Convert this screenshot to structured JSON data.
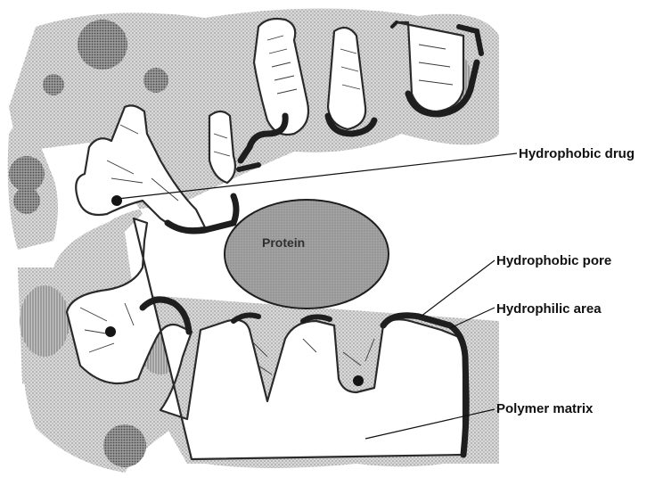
{
  "labels": {
    "protein": "Protein",
    "hydrophobic_drug": "Hydrophobic drug",
    "hydrophobic_pore": "Hydrophobic pore",
    "hydrophilic_area": "Hydrophilic area",
    "polymer_matrix": "Polymer matrix"
  },
  "colors": {
    "matrix_light": "#cfcfcf",
    "matrix_dark": "#8a8a8a",
    "protein_fill": "#9a9a9a",
    "hydrophobic_lining": "#222222",
    "drug": "#1a1a1a"
  }
}
